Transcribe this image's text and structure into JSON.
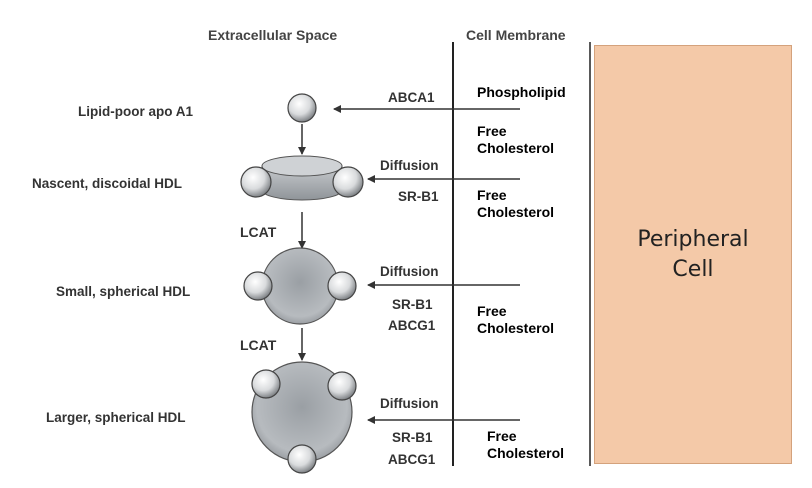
{
  "headers": {
    "extracellular": "Extracellular Space",
    "membrane": "Cell Membrane"
  },
  "cell_label": "Peripheral\nCell",
  "stages": {
    "apoa1": "Lipid-poor apo A1",
    "nascent": "Nascent, discoidal HDL",
    "small": "Small, spherical HDL",
    "larger": "Larger, spherical HDL"
  },
  "steps": {
    "lcat1": "LCAT",
    "lcat2": "LCAT"
  },
  "transporters": {
    "abca1": "ABCA1",
    "diffusion1": "Diffusion",
    "srb1_1": "SR-B1",
    "diffusion2": "Diffusion",
    "srb1_2": "SR-B1",
    "abcg1_1": "ABCG1",
    "diffusion3": "Diffusion",
    "srb1_3": "SR-B1",
    "abcg1_2": "ABCG1"
  },
  "membrane_lipids": {
    "phospholipid": "Phospholipid",
    "free_chol_1": "Free Cholesterol",
    "free_chol_2": "Free Cholesterol",
    "free_chol_3": "Free Cholesterol",
    "free_chol_4": "Free Cholesterol"
  },
  "colors": {
    "cell_fill": "#f4c9a8",
    "particle_core": "#a9aeb3",
    "line": "#333333"
  }
}
